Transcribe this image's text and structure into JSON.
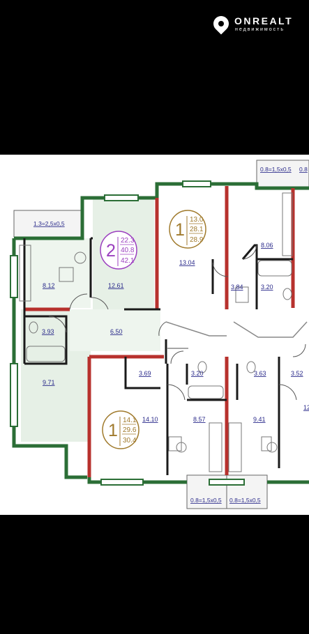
{
  "watermark": {
    "brand": "ONREALT",
    "tagline": "недвижимость",
    "logo_icon": "location-pin-icon"
  },
  "colors": {
    "apt2": "#9b3fbf",
    "apt1": "#a07a2c",
    "wall_red": "#b7312d",
    "wall_green": "#2b6e36",
    "label": "#2a2a8a"
  },
  "apartments": [
    {
      "id": "two-room-top",
      "rooms": "2",
      "living": "22.3",
      "total": "40.8",
      "total_with_balcony": "42.1"
    },
    {
      "id": "one-room-top",
      "rooms": "1",
      "living": "13.0",
      "total": "28.1",
      "total_with_balcony": "28.9"
    },
    {
      "id": "one-room-bottom",
      "rooms": "1",
      "living": "14.1",
      "total": "29.6",
      "total_with_balcony": "30.4"
    }
  ],
  "room_areas": {
    "kitchen_a": "8.12",
    "room_a": "12.61",
    "bath_a": "3.93",
    "hall_a": "6.50",
    "room_a2": "9.71",
    "room_b": "13.04",
    "hall_b": "3.84",
    "bath_b": "3.20",
    "kitchen_b": "8.06",
    "hall_c": "3.69",
    "bath_c": "3.20",
    "room_c": "14.10",
    "kitchen_c": "8.57",
    "bath_d": "3.63",
    "kitchen_d": "9.41",
    "hall_e": "3.52",
    "room_e_partial": "12"
  },
  "balconies": {
    "left_top": "1.3=2,5х0,5",
    "right_top": "0.8=1,5х0,5",
    "right_top_partial": "0.8",
    "bottom_left": "0.8=1,5х0,5",
    "bottom_right": "0.8=1,5х0,5"
  }
}
